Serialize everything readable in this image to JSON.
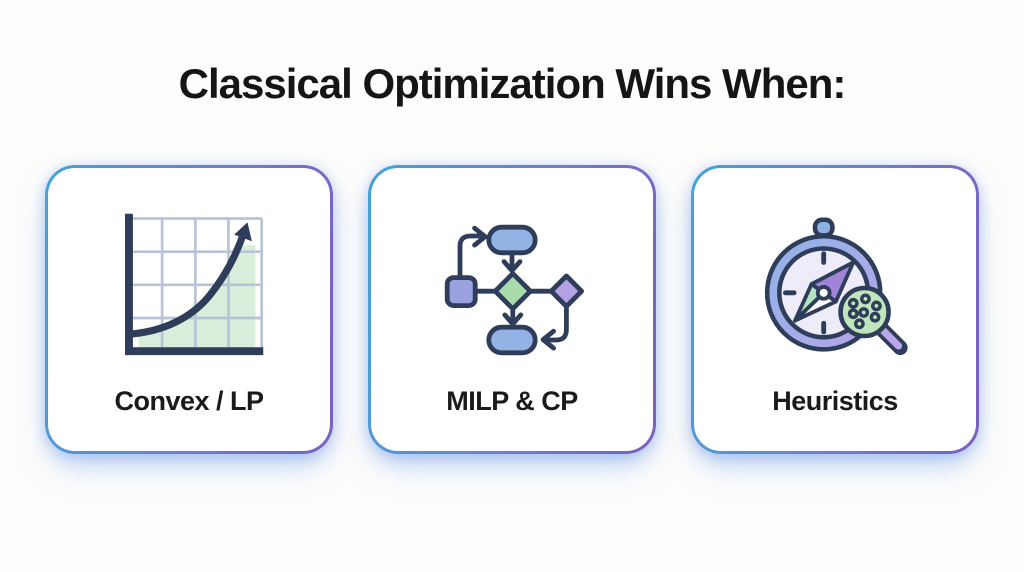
{
  "title": "Classical Optimization Wins When:",
  "cards": [
    {
      "id": "convex-lp",
      "label": "Convex / LP",
      "icon": "growth-chart-icon"
    },
    {
      "id": "milp-cp",
      "label": "MILP & CP",
      "icon": "flowchart-icon"
    },
    {
      "id": "heuristics",
      "label": "Heuristics",
      "icon": "compass-magnifier-icon"
    }
  ],
  "colors": {
    "background": "#fdfdfc",
    "title_text": "#151515",
    "label_text": "#1a1a1a",
    "card_border_gradient_start": "#44a4d8",
    "card_border_gradient_end": "#7b5ec2",
    "card_glow": "#a5c8f5",
    "icon_outline": "#2e3d59",
    "icon_blue": "#94b3e5",
    "icon_periwinkle": "#9ba1de",
    "icon_green": "#aadcab",
    "icon_purple": "#b3a1e3",
    "chart_area_green": "#d8eeda",
    "chart_grid": "#b9c3d7",
    "compass_ring_blue": "#8fb4e8",
    "compass_ring_purple": "#b7a4e8",
    "compass_face": "#edecf8",
    "magnifier_green": "#bfe5bb",
    "magnifier_handle_purple": "#b9a7e8"
  }
}
